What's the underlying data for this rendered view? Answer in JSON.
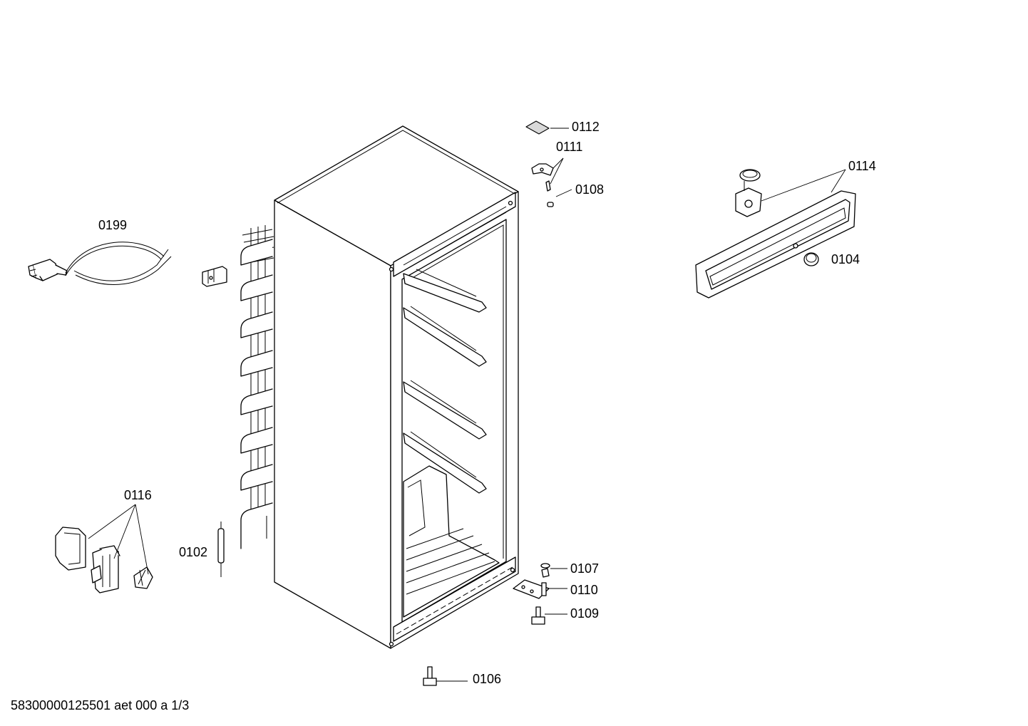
{
  "labels": {
    "p0112": "0112",
    "p0111": "0111",
    "p0108": "0108",
    "p0114": "0114",
    "p0104": "0104",
    "p0199": "0199",
    "p0116": "0116",
    "p0102": "0102",
    "p0107": "0107",
    "p0110": "0110",
    "p0109": "0109",
    "p0106": "0106"
  },
  "footer": {
    "text": "58300000125501 aet 000 a 1/3"
  }
}
